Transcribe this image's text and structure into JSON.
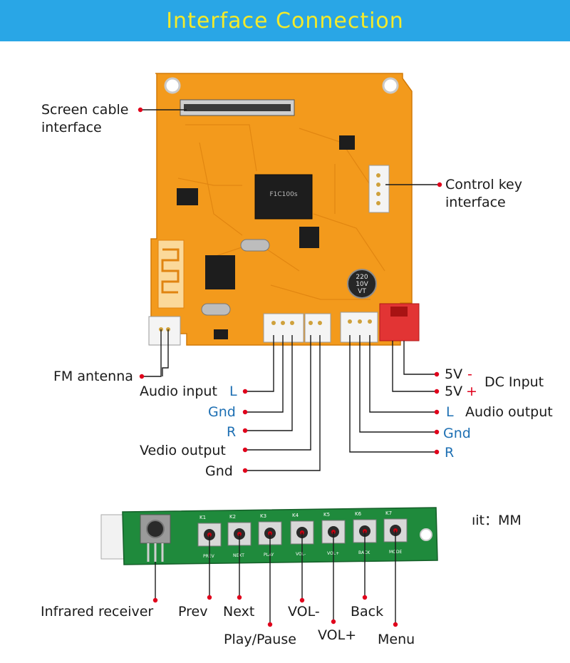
{
  "title": "Interface Connection",
  "colors": {
    "banner": "#29a6e6",
    "title": "#f4ea2a",
    "board_main": "#f39a1c",
    "board_key": "#1f8a3c",
    "accent_red": "#e0001b",
    "accent_blue": "#1d6fb3"
  },
  "main_board": {
    "labels": {
      "screen_cable_1": "Screen cable",
      "screen_cable_2": "interface",
      "control_key_1": "Control key",
      "control_key_2": "interface",
      "fm_antenna": "FM antenna",
      "audio_input": "Audio input",
      "audio_input_l": "L",
      "gnd_1": "Gnd",
      "r_1": "R",
      "video_output": "Vedio output",
      "gnd_2": "Gnd",
      "v5_minus": "5V",
      "minus_sign": "-",
      "v5_plus": "5V",
      "plus_sign": "+",
      "dc_input": "DC Input",
      "l_out": "L",
      "audio_output": "Audio output",
      "gnd_3": "Gnd",
      "r_2": "R"
    },
    "chip_text": {
      "cap_1": "220",
      "cap_2": "10V",
      "cap_3": "VT",
      "chip": "F1C100s"
    }
  },
  "key_board": {
    "unit_note": "ıit：MM",
    "labels": {
      "infrared": "Infrared receiver",
      "prev": "Prev",
      "next": "Next",
      "play_pause": "Play/Pause",
      "vol_minus": "VOL-",
      "vol_plus": "VOL+",
      "back": "Back",
      "menu": "Menu"
    },
    "key_ids": [
      "K1",
      "K2",
      "K3",
      "K4",
      "K5",
      "K6",
      "K7"
    ],
    "key_silk": [
      "PREV",
      "NEXT",
      "PLAY",
      "VOL-",
      "VOL+",
      "BACK",
      "MODE"
    ]
  }
}
